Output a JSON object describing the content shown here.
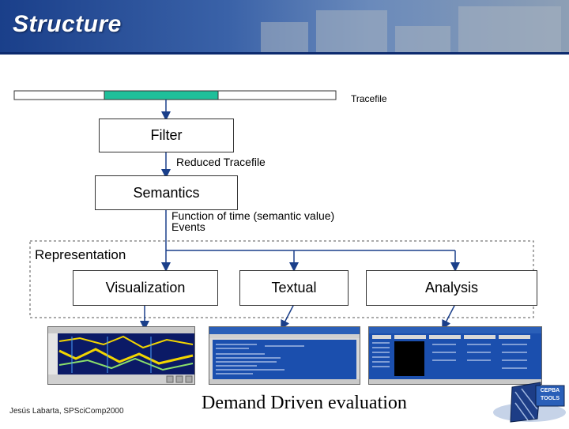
{
  "header": {
    "title": "Structure"
  },
  "diagram": {
    "tracefile_label": "Tracefile",
    "filter_label": "Filter",
    "reduced_tracefile_label": "Reduced Tracefile",
    "semantics_label": "Semantics",
    "function_label": "Function of time (semantic value)",
    "events_label": "Events",
    "representation_label": "Representation",
    "visualization_label": "Visualization",
    "textual_label": "Textual",
    "analysis_label": "Analysis",
    "highlight_color": "#1fbf9a"
  },
  "footer": {
    "author": "Jesús Labarta, SPSciComp2000",
    "caption": "Demand Driven evaluation",
    "logo_text": "CEPBA TOOLS"
  }
}
